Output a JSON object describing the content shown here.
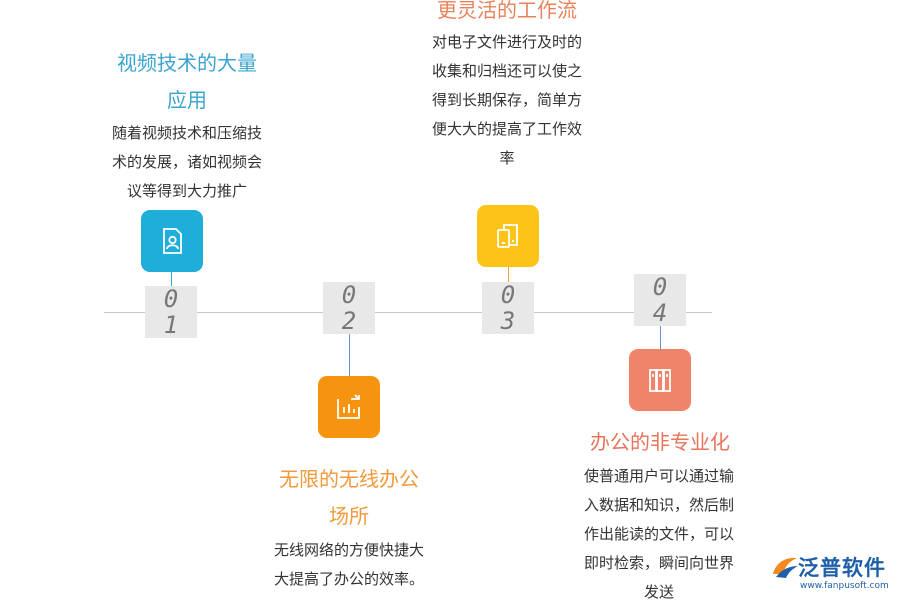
{
  "items": [
    {
      "number": [
        "0",
        "1"
      ],
      "title": [
        "视频技术的大量",
        "应用"
      ],
      "desc": [
        "随着视频技术和压缩技",
        "术的发展，诸如视频会",
        "议等得到大力推广"
      ],
      "color": "#1eaed9",
      "title_color": "#3aa5cf",
      "icon": "document-user-icon"
    },
    {
      "number": [
        "0",
        "2"
      ],
      "title": [
        "无限的无线办公",
        "场所"
      ],
      "desc": [
        "无线网络的方便快捷大",
        "大提高了办公的效率。"
      ],
      "color": "#f7940f",
      "title_color": "#f29a3a",
      "icon": "chart-share-icon"
    },
    {
      "number": [
        "0",
        "3"
      ],
      "title": [
        "更灵活的工作流"
      ],
      "desc": [
        "对电子文件进行及时的",
        "收集和归档还可以使之",
        "得到长期保存，简单方",
        "便大大的提高了工作效",
        "率"
      ],
      "color": "#fcc419",
      "title_color": "#e8825a",
      "icon": "tablet-devices-icon"
    },
    {
      "number": [
        "0",
        "4"
      ],
      "title": [
        "办公的非专业化"
      ],
      "desc": [
        "使普通用户可以通过输",
        "入数据和知识，然后制",
        "作出能读的文件，可以",
        "即时检索，瞬间向世界",
        "发送"
      ],
      "color": "#f0846a",
      "title_color": "#e8745a",
      "icon": "books-icon"
    }
  ],
  "logo": {
    "name": "泛普软件",
    "url": "www.fanpusoft.com",
    "color": "#1f5fa8"
  }
}
